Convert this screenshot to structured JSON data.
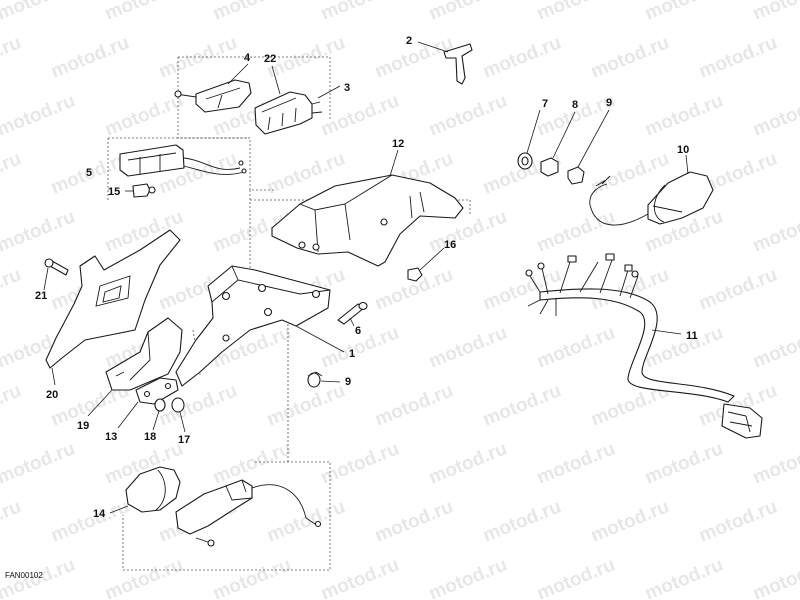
{
  "watermark": {
    "text": "motod.ru",
    "decorative": true
  },
  "drawing_code": "FAN00102",
  "callouts": [
    {
      "id": "c1",
      "label": "1"
    },
    {
      "id": "c2",
      "label": "2"
    },
    {
      "id": "c3",
      "label": "3"
    },
    {
      "id": "c4",
      "label": "4"
    },
    {
      "id": "c5",
      "label": "5"
    },
    {
      "id": "c6",
      "label": "6"
    },
    {
      "id": "c7",
      "label": "7"
    },
    {
      "id": "c8",
      "label": "8"
    },
    {
      "id": "c9a",
      "label": "9"
    },
    {
      "id": "c9b",
      "label": "9"
    },
    {
      "id": "c10",
      "label": "10"
    },
    {
      "id": "c11",
      "label": "11"
    },
    {
      "id": "c12",
      "label": "12"
    },
    {
      "id": "c13",
      "label": "13"
    },
    {
      "id": "c14",
      "label": "14"
    },
    {
      "id": "c15",
      "label": "15"
    },
    {
      "id": "c16",
      "label": "16"
    },
    {
      "id": "c17",
      "label": "17"
    },
    {
      "id": "c18",
      "label": "18"
    },
    {
      "id": "c19",
      "label": "19"
    },
    {
      "id": "c20",
      "label": "20"
    },
    {
      "id": "c21",
      "label": "21"
    },
    {
      "id": "c22",
      "label": "22"
    }
  ]
}
